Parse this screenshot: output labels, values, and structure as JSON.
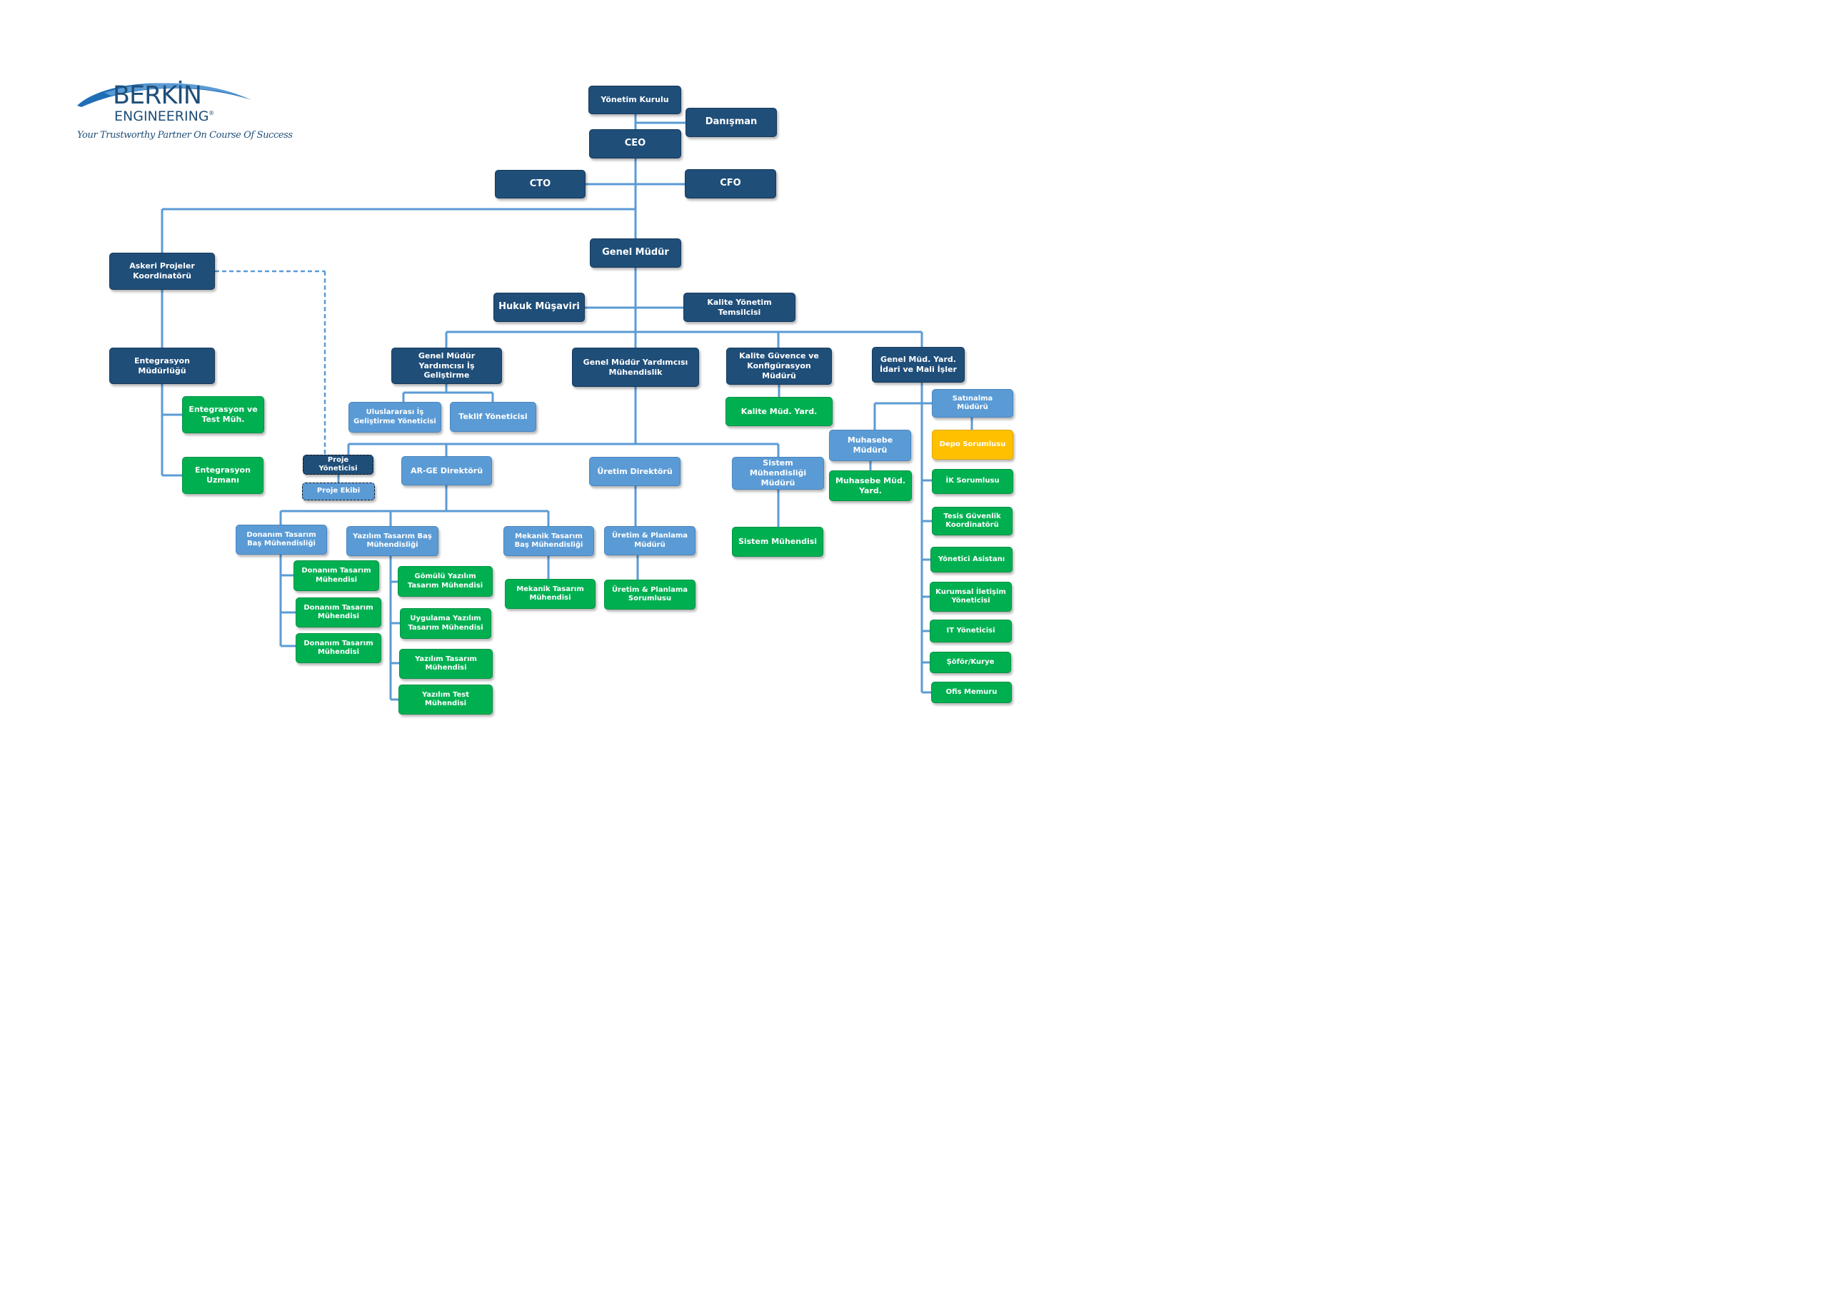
{
  "logo": {
    "brand": "BERKİN",
    "sub": "ENGINEERING",
    "registered": "®",
    "tagline": "Your Trustworthy Partner On Course Of Success"
  },
  "colors": {
    "dark": "#1f4e79",
    "light": "#5b9bd5",
    "green": "#00b050",
    "yellow": "#ffc000",
    "connector": "#5b9bd5"
  },
  "nodes": {
    "yonetim_kurulu": "Yönetim Kurulu",
    "danisman": "Danışman",
    "ceo": "CEO",
    "cto": "CTO",
    "cfo": "CFO",
    "genel_mudur": "Genel Müdür",
    "hukuk": "Hukuk Müşaviri",
    "kalite_temsilci": "Kalite Yönetim Temsilcisi",
    "askeri": "Askeri Projeler Koordinatörü",
    "entegrasyon_mud": "Entegrasyon Müdürlüğü",
    "entegrasyon_test": "Entegrasyon ve Test Müh.",
    "entegrasyon_uzmani": "Entegrasyon Uzmanı",
    "proje_yoneticisi": "Proje Yöneticisi",
    "proje_ekibi": "Proje Ekibi",
    "gmy_is": "Genel Müdür Yardımcısı İş Geliştirme",
    "uluslararasi": "Uluslararası İş Geliştirme Yöneticisi",
    "teklif": "Teklif Yöneticisi",
    "gmy_muh": "Genel Müdür Yardımcısı Mühendislik",
    "kalite_guvence": "Kalite Güvence ve Konfigürasyon Müdürü",
    "kalite_yard": "Kalite Müd. Yard.",
    "gmy_idari": "Genel Müd. Yard. İdari ve Mali İşler",
    "argeli": "AR-GE Direktörü",
    "uretim_dir": "Üretim Direktörü",
    "sistem_mud": "Sistem Mühendisliği Müdürü",
    "sistem_muh": "Sistem Mühendisi",
    "donanim_bas": "Donanım Tasarım Baş Mühendisliği",
    "yazilim_bas": "Yazılım Tasarım Baş Mühendisliği",
    "mekanik_bas": "Mekanik Tasarım Baş Mühendisliği",
    "uretim_plan_mud": "Üretim & Planlama Müdürü",
    "donanim_muh_1": "Donanım Tasarım Mühendisi",
    "donanim_muh_2": "Donanım Tasarım Mühendisi",
    "donanim_muh_3": "Donanım Tasarım Mühendisi",
    "gomulu": "Gömülü Yazılım Tasarım Mühendisi",
    "uygulama": "Uygulama Yazılım Tasarım Mühendisi",
    "yazilim_muh": "Yazılım Tasarım Mühendisi",
    "yazilim_test": "Yazılım Test Mühendisi",
    "mekanik_muh": "Mekanik Tasarım Mühendisi",
    "uretim_plan_sor": "Üretim & Planlama Sorumlusu",
    "muhasebe_mud": "Muhasebe Müdürü",
    "muhasebe_yard": "Muhasebe Müd. Yard.",
    "satinalma": "Satınalma Müdürü",
    "depo": "Depo Sorumlusu",
    "ik": "İK Sorumlusu",
    "tesis": "Tesis Güvenlik Koordinatörü",
    "asistan": "Yönetici Asistanı",
    "kurumsal": "Kurumsal İletişim Yöneticisi",
    "it": "IT Yöneticisi",
    "sofor": "Şöför/Kurye",
    "ofis": "Ofis Memuru"
  }
}
